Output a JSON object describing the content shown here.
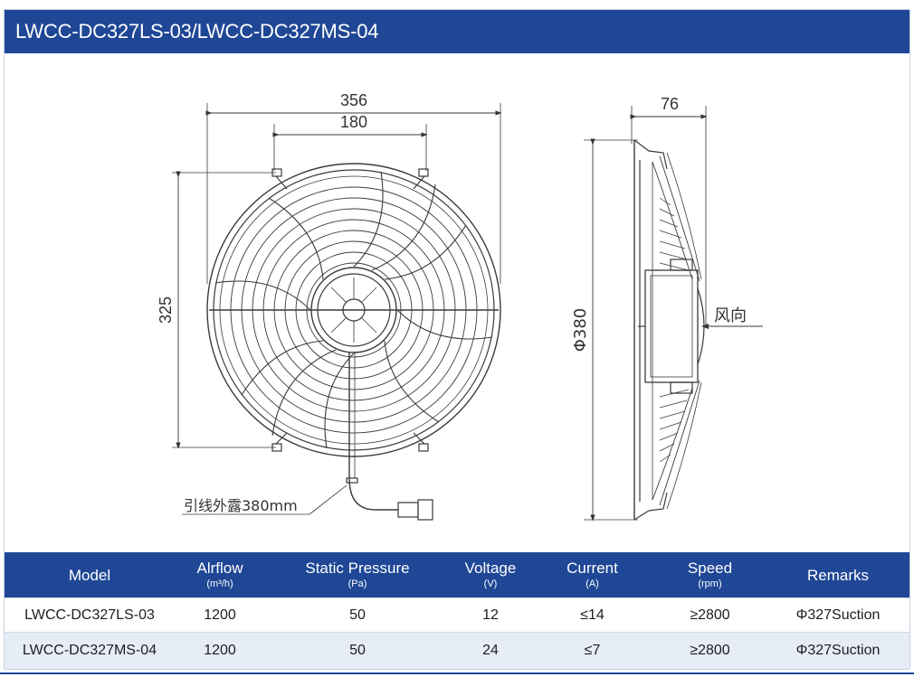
{
  "title": "LWCC-DC327LS-03/LWCC-DC327MS-04",
  "drawing": {
    "front_view": {
      "width_dim": "356",
      "bracket_dim": "180",
      "height_dim": "325",
      "wire_note": "引线外露380mm"
    },
    "side_view": {
      "depth_dim": "76",
      "diameter_dim": "Φ380",
      "airflow_label": "风向"
    }
  },
  "table": {
    "headers": [
      {
        "label": "Model",
        "unit": ""
      },
      {
        "label": "Alrflow",
        "unit": "(m³/h)"
      },
      {
        "label": "Static Pressure",
        "unit": "(Pa)"
      },
      {
        "label": "Voltage",
        "unit": "(V)"
      },
      {
        "label": "Current",
        "unit": "(A)"
      },
      {
        "label": "Speed",
        "unit": "(rpm)"
      },
      {
        "label": "Remarks",
        "unit": ""
      }
    ],
    "rows": [
      [
        "LWCC-DC327LS-03",
        "1200",
        "50",
        "12",
        "≤14",
        "≥2800",
        "Φ327Suction"
      ],
      [
        "LWCC-DC327MS-04",
        "1200",
        "50",
        "24",
        "≤7",
        "≥2800",
        "Φ327Suction"
      ]
    ]
  },
  "colors": {
    "header_blue": "#1f4796",
    "alt_row": "#e6edf7",
    "line": "#3a3a3a"
  }
}
